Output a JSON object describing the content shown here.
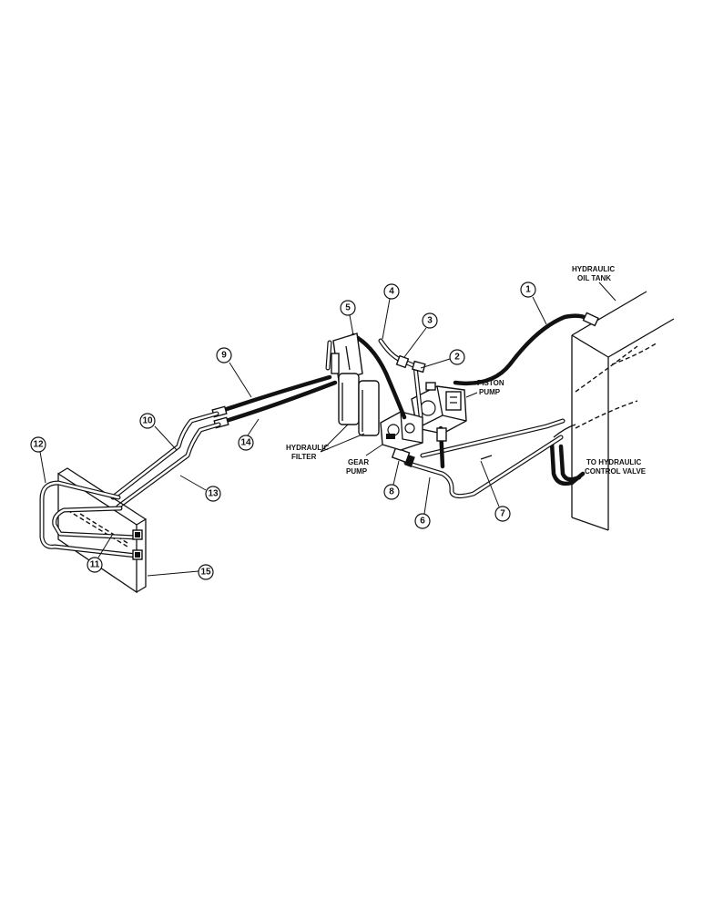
{
  "labels": {
    "hydraulic_oil_tank": [
      "HYDRAULIC",
      "OIL TANK"
    ],
    "piston_pump": [
      "PISTON",
      "PUMP"
    ],
    "hydraulic_filter": [
      "HYDRAULIC",
      "FILTER"
    ],
    "gear_pump": [
      "GEAR",
      "PUMP"
    ],
    "to_hydraulic_control_valve": [
      "TO HYDRAULIC",
      "CONTROL VALVE"
    ]
  },
  "callouts": [
    "1",
    "2",
    "3",
    "4",
    "5",
    "6",
    "7",
    "8",
    "9",
    "10",
    "11",
    "12",
    "13",
    "14",
    "15"
  ]
}
